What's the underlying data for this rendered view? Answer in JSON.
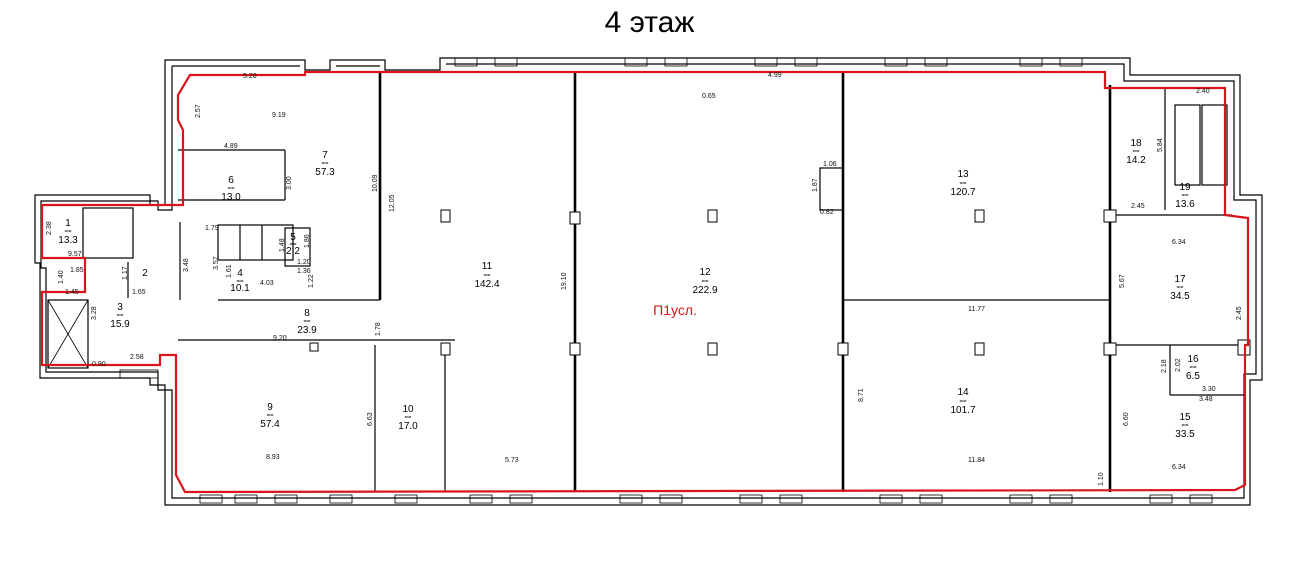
{
  "title": "4 этаж",
  "zone_label": "П1усл.",
  "colors": {
    "zone_outline": "#d9151b",
    "walls": "#000000"
  },
  "eq_mark": "==",
  "rooms": [
    {
      "no": "1",
      "area": "13.3"
    },
    {
      "no": "2",
      "area": ""
    },
    {
      "no": "3",
      "area": "15.9"
    },
    {
      "no": "4",
      "area": "10.1"
    },
    {
      "no": "5",
      "area": "2.2"
    },
    {
      "no": "6",
      "area": "13.0"
    },
    {
      "no": "7",
      "area": "57.3"
    },
    {
      "no": "8",
      "area": "23.9"
    },
    {
      "no": "9",
      "area": "57.4"
    },
    {
      "no": "10",
      "area": "17.0"
    },
    {
      "no": "11",
      "area": "142.4"
    },
    {
      "no": "12",
      "area": "222.9"
    },
    {
      "no": "13",
      "area": "120.7"
    },
    {
      "no": "14",
      "area": "101.7"
    },
    {
      "no": "15",
      "area": "33.5"
    },
    {
      "no": "16",
      "area": "6.5"
    },
    {
      "no": "17",
      "area": "34.5"
    },
    {
      "no": "18",
      "area": "14.2"
    },
    {
      "no": "19",
      "area": "13.6"
    }
  ],
  "dims": [
    "5.26",
    "2.57",
    "9.19",
    "4.89",
    "3.00",
    "10.09",
    "12.05",
    "1.79",
    "3.48",
    "3.57",
    "1.61",
    "4.03",
    "1.48",
    "1.86",
    "1.20",
    "1.36",
    "1.22",
    "2.38",
    "9.57",
    "1.85",
    "1.17",
    "1.40",
    "1.45",
    "1.65",
    "3.28",
    "0.90",
    "2.58",
    "9.20",
    "1.78",
    "6.63",
    "8.93",
    "5.73",
    "19.10",
    "0.65",
    "4.99",
    "1.06",
    "1.87",
    "0.82",
    "2.40",
    "5.84",
    "2.45",
    "6.34",
    "5.67",
    "11.77",
    "8.71",
    "11.84",
    "2.45",
    "2.18",
    "2.02",
    "3.30",
    "3.48",
    "6.60",
    "6.34",
    "1.10"
  ]
}
